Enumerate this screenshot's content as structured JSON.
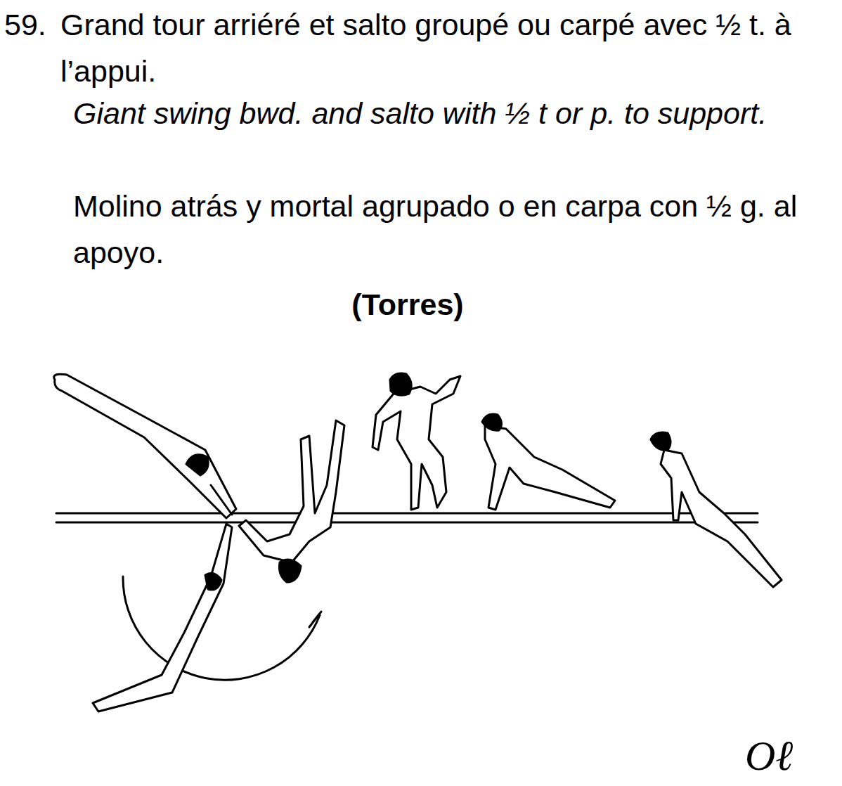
{
  "diagram": {
    "labels": [
      "59.",
      "Grand tour arriéré et salto groupé ou carpé avec ½ t. à l’appui.",
      "Giant swing bwd. and salto with ½ t or p. to support.",
      "Molino atrás y mortal agrupado o en carpa con ½ g. al apoyo.",
      "(Torres)",
      "Oℓ"
    ]
  }
}
